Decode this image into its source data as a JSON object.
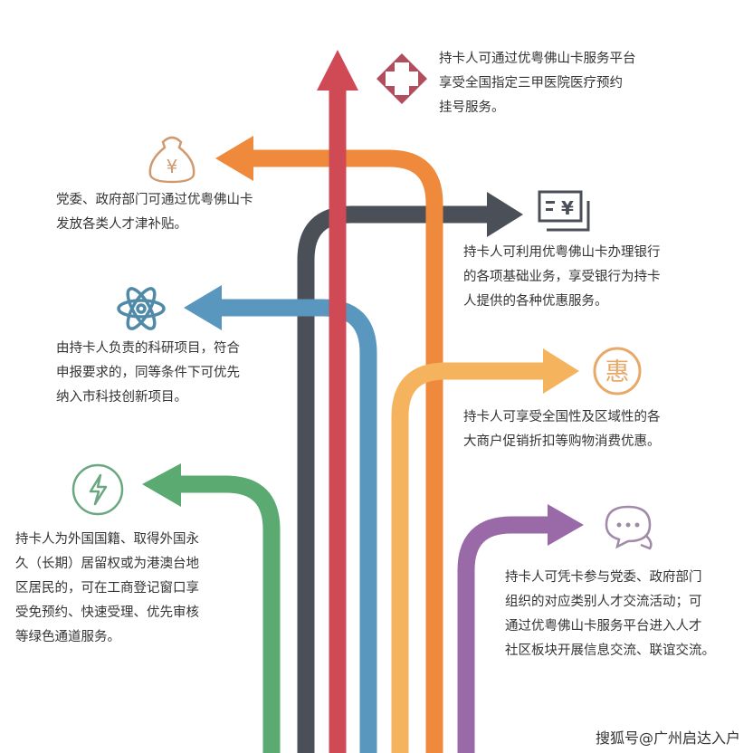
{
  "colors": {
    "red": "#d04a55",
    "orange": "#ef8a3c",
    "dark": "#4b4f58",
    "blue": "#5a97be",
    "yellow": "#f5b35e",
    "green": "#5aaa72",
    "purple": "#9a6aa8",
    "text": "#333333"
  },
  "items": [
    {
      "icon": "hospital-cross-icon",
      "lines": [
        "持卡人可通过优粤佛山卡服务平台",
        "享受全国指定三甲医院医疗预约",
        "挂号服务。"
      ]
    },
    {
      "icon": "money-bag-icon",
      "lines": [
        "党委、政府部门可通过优粤佛山卡",
        "发放各类人才津补贴。"
      ]
    },
    {
      "icon": "bank-check-icon",
      "lines": [
        "持卡人可利用优粤佛山卡办理银行",
        "的各项基础业务，享受银行为持卡",
        "人提供的各种优惠服务。"
      ]
    },
    {
      "icon": "atom-icon",
      "lines": [
        "由持卡人负责的科研项目，符合",
        "申报要求的，同等条件下可优先",
        "纳入市科技创新项目。"
      ]
    },
    {
      "icon": "discount-icon",
      "glyph": "惠",
      "lines": [
        "持卡人可享受全国性及区域性的各",
        "大商户促销折扣等购物消费优惠。"
      ]
    },
    {
      "icon": "lightning-icon",
      "lines": [
        "持卡人为外国国籍、取得外国永",
        "久（长期）居留权或为港澳台地",
        "区居民的，可在工商登记窗口享",
        "受免预约、快速受理、优先审核",
        "等绿色通道服务。"
      ]
    },
    {
      "icon": "chat-bubble-icon",
      "lines": [
        "持卡人可凭卡参与党委、政府部门",
        "组织的对应类别人才交流活动；可",
        "通过优粤佛山卡服务平台进入人才",
        "社区板块开展信息交流、联谊交流。"
      ]
    }
  ],
  "watermark": "搜狐号@广州启达入户"
}
